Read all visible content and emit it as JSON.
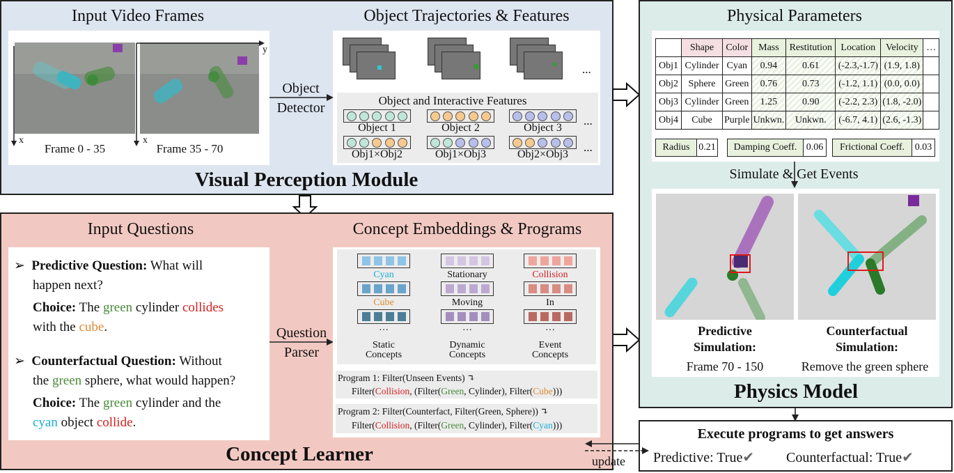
{
  "visual_module": {
    "title": "Visual Perception Module",
    "input_frames": {
      "title": "Input Video Frames",
      "frame1_label": "Frame 0 - 35",
      "frame2_label": "Frame 35 - 70",
      "axis_x": "x",
      "axis_y": "y"
    },
    "detector": {
      "line1": "Object",
      "line2": "Detector"
    },
    "trajectories": {
      "title": "Object Trajectories & Features",
      "ellipsis": "...",
      "features_title": "Object and Interactive Features",
      "objects": [
        "Object 1",
        "Object 2",
        "Object 3"
      ],
      "pairs": [
        "Obj1×Obj2",
        "Obj1×Obj3",
        "Obj2×Obj3"
      ]
    }
  },
  "concept_learner": {
    "title": "Concept Learner",
    "questions": {
      "title": "Input Questions",
      "q1_label": "Predictive Question:",
      "q1_text": " What will",
      "q1_text2": "happen next?",
      "c1_label": "Choice:",
      "c1_parts": [
        " The ",
        "green",
        " cylinder ",
        "collides",
        "with the ",
        "cube",
        "."
      ],
      "q2_label": "Counterfactual Question:",
      "q2_text": " Without",
      "q2_parts": [
        "the ",
        "green",
        " sphere, what would happen?"
      ],
      "c2_label": "Choice:",
      "c2_parts": [
        " The ",
        "green",
        " cylinder and the",
        "cyan",
        " object ",
        "collide",
        "."
      ]
    },
    "parser": {
      "line1": "Question",
      "line2": "Parser"
    },
    "embeddings": {
      "title": "Concept Embeddings & Programs",
      "static_concepts": [
        "Cyan",
        "Cube",
        "…"
      ],
      "dynamic_concepts": [
        "Stationary",
        "Moving",
        "…"
      ],
      "event_concepts": [
        "Collision",
        "In",
        "…"
      ],
      "group_labels": [
        [
          "Static",
          "Concepts"
        ],
        [
          "Dynamic",
          "Concepts"
        ],
        [
          "Event",
          "Concepts"
        ]
      ],
      "program1_line1": "Program 1: Filter(Unseen Events) ↴",
      "program1_line2": [
        "Filter(",
        "Collision",
        ", (Filter(",
        "Green",
        ", Cylinder), Filter(",
        "Cube",
        ")))"
      ],
      "program2_line1": "Program 2: Filter(Counterfact, Filter(Green, Sphere)) ↴",
      "program2_line2": [
        "Filter(",
        "Collision",
        ", (Filter(",
        "Green",
        ", Cylinder), Filter(",
        "Cyan",
        ")))"
      ]
    }
  },
  "physics_model": {
    "title": "Physics Model",
    "params_title": "Physical Parameters",
    "table_headers": [
      "",
      "Shape",
      "Color",
      "Mass",
      "Restitution",
      "Location",
      "Velocity",
      "…"
    ],
    "table_rows": [
      [
        "Obj1",
        "Cylinder",
        "Cyan",
        "0.94",
        "0.61",
        "(-2.3,-1.7)",
        "(1.9, 1.8)",
        ""
      ],
      [
        "Obj2",
        "Sphere",
        "Green",
        "0.76",
        "0.73",
        "(-1.2, 1.1)",
        "(0.0, 0.0)",
        ""
      ],
      [
        "Obj3",
        "Cylinder",
        "Green",
        "1.25",
        "0.90",
        "(-2.2, 2.3)",
        "(1.8, -2.0)",
        ""
      ],
      [
        "Obj4",
        "Cube",
        "Purple",
        "Unkwn.",
        "Unkwn.",
        "(-6.7, 4.1)",
        "(2.6, -1.3)",
        ""
      ]
    ],
    "global_params": [
      {
        "name": "Radius",
        "value": "0.21"
      },
      {
        "name": "Damping Coeff.",
        "value": "0.06"
      },
      {
        "name": "Frictional Coeff.",
        "value": "0.03"
      }
    ],
    "simulate_label": "Simulate & Get Events",
    "predictive": {
      "line1": "Predictive",
      "line2": "Simulation:",
      "line3": "Frame 70 - 150"
    },
    "counterfactual": {
      "line1": "Counterfactual",
      "line2": "Simulation:",
      "line3": "Remove the green sphere"
    }
  },
  "execute": {
    "title": "Execute programs to get answers",
    "predictive": "Predictive: True",
    "counterfactual": "Counterfactual: True",
    "check": "✔",
    "update": "update"
  },
  "colors": {
    "visual_bg": "#dde5f0",
    "learner_bg": "#f2c9c2",
    "physics_bg": "#dcece9",
    "green_text": "#4a8a3a",
    "red_text": "#d42020",
    "orange_text": "#e08a30",
    "cyan_text": "#1aaed8"
  }
}
